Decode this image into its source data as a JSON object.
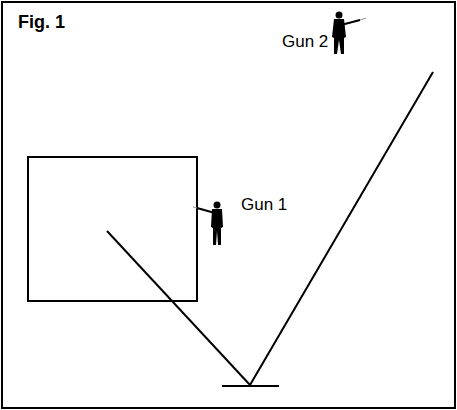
{
  "diagram": {
    "title": "Fig. 1",
    "labels": [
      "Gun 1",
      "Gun 2"
    ]
  }
}
